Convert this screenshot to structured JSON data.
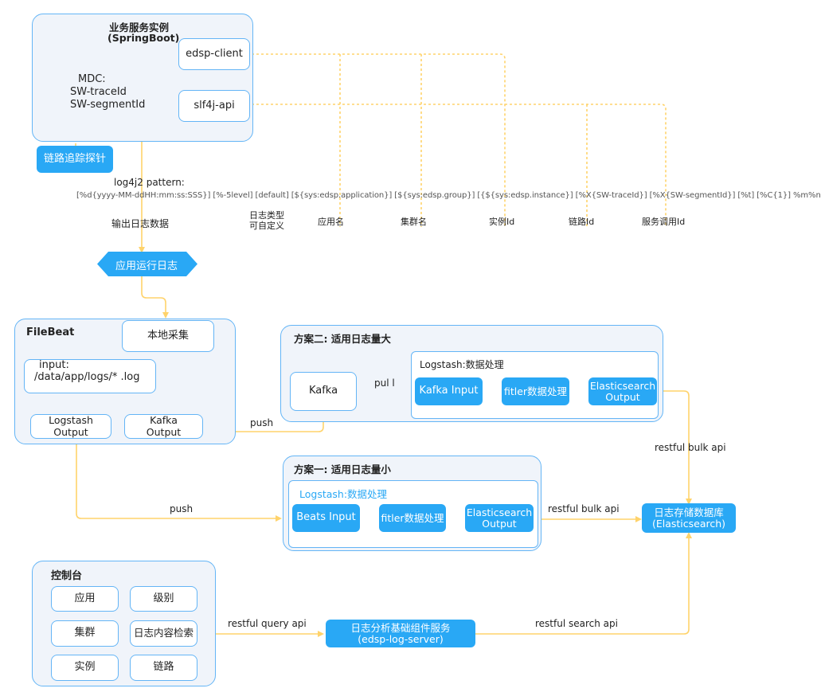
{
  "service": {
    "title_line1": "业务服务实例",
    "title_line2": "(SpringBoot)",
    "client": "edsp-client",
    "api": "slf4j-api",
    "mdc_line1": "MDC:",
    "mdc_line2": "SW-traceId",
    "mdc_line3": "SW-segmentId",
    "probe": "链路追踪探针"
  },
  "pattern": {
    "label": "log4j2 pattern:",
    "text": "[%d{yyyy-MM-ddHH:mm:ss:SSS}] [%-5level] [default] [${sys:edsp.application}] [${sys:edsp.group}] [{${sys:edsp.instance}] [%X{SW-traceId}] [%X{SW-segmentId}] [%t] [%C{1}] %m%n"
  },
  "annotations": {
    "output_log": "输出日志数据",
    "log_type_line1": "日志类型",
    "log_type_line2": "可自定义",
    "app_name": "应用名",
    "cluster_name": "集群名",
    "instance_id": "实例Id",
    "trace_id": "链路Id",
    "service_call_id": "服务调用Id"
  },
  "app_log": "应用运行日志",
  "filebeat": {
    "title": "FileBeat",
    "local_collect": "本地采集",
    "input_line1": "input:",
    "input_line2": "/data/app/logs/* .log",
    "logstash_output_line1": "Logstash",
    "logstash_output_line2": "Output",
    "kafka_output_line1": "Kafka",
    "kafka_output_line2": "Output"
  },
  "plan2": {
    "title": "方案二: 适用日志量大",
    "kafka": "Kafka",
    "pull": "pul l",
    "logstash_title": "Logstash:数据处理",
    "kafka_input": "Kafka Input",
    "filter": "fitler数据处理",
    "es_output_line1": "Elasticsearch",
    "es_output_line2": "Output",
    "push": "push"
  },
  "plan1": {
    "title": "方案一: 适用日志量小",
    "logstash_title": "Logstash:数据处理",
    "beats_input": "Beats Input",
    "filter": "fitler数据处理",
    "es_output_line1": "Elasticsearch",
    "es_output_line2": "Output",
    "push": "push"
  },
  "storage": {
    "line1": "日志存储数据库",
    "line2": "(Elasticsearch)",
    "bulk_api_top": "restful bulk api",
    "bulk_api_mid": "restful bulk api"
  },
  "console": {
    "title": "控制台",
    "items": [
      "应用",
      "级别",
      "集群",
      "日志内容检索",
      "实例",
      "链路"
    ]
  },
  "server": {
    "line1": "日志分析基础组件服务",
    "line2": "(edsp-log-server)",
    "query_api": "restful query api",
    "search_api": "restful search api"
  },
  "colors": {
    "accent_blue": "#29a8f5",
    "panel_border": "#64b5f6",
    "panel_bg": "#f0f4fa",
    "arrow_yellow": "#ffd36b"
  }
}
